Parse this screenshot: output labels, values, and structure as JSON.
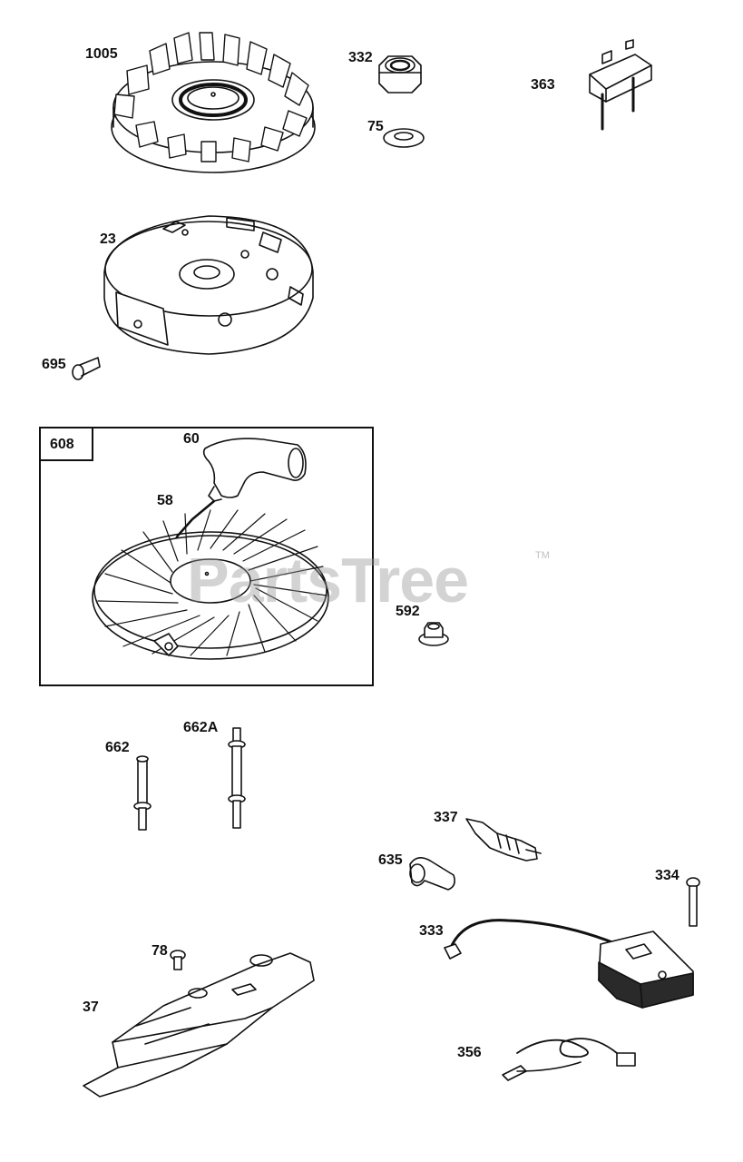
{
  "watermark": {
    "text": "PartsTree",
    "trademark": "TM"
  },
  "group": {
    "label": "608"
  },
  "callouts": [
    {
      "id": "c1005",
      "text": "1005"
    },
    {
      "id": "c332",
      "text": "332"
    },
    {
      "id": "c75",
      "text": "75"
    },
    {
      "id": "c363",
      "text": "363"
    },
    {
      "id": "c23",
      "text": "23"
    },
    {
      "id": "c695",
      "text": "695"
    },
    {
      "id": "c60",
      "text": "60"
    },
    {
      "id": "c58",
      "text": "58"
    },
    {
      "id": "c592",
      "text": "592"
    },
    {
      "id": "c662",
      "text": "662"
    },
    {
      "id": "c662A",
      "text": "662A"
    },
    {
      "id": "c337",
      "text": "337"
    },
    {
      "id": "c635",
      "text": "635"
    },
    {
      "id": "c334",
      "text": "334"
    },
    {
      "id": "c333",
      "text": "333"
    },
    {
      "id": "c78",
      "text": "78"
    },
    {
      "id": "c37",
      "text": "37"
    },
    {
      "id": "c356",
      "text": "356"
    }
  ],
  "colors": {
    "line": "#111111",
    "shade": "#2a2a2a",
    "fill": "#ffffff",
    "watermark": "#969696"
  }
}
